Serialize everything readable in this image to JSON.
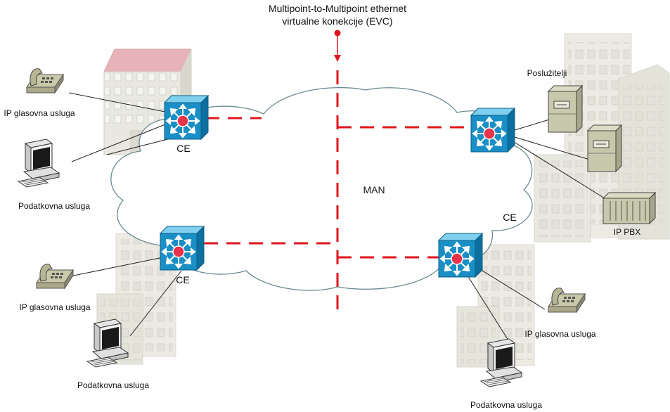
{
  "title_line1": "Multipoint-to-Multipoint ethernet",
  "title_line2": "virtualne konekcije (EVC)",
  "network_label": "MAN",
  "labels": {
    "ce_top_left": "CE",
    "ce_bottom_left": "CE",
    "ce_right": "CE",
    "servers": "Poslužitelji",
    "ip_pbx": "IP PBX",
    "voice_top_left": "IP glasovna usluga",
    "data_top_left": "Podatkovna usluga",
    "voice_bottom_left": "IP glasovna usluga",
    "data_bottom_left": "Podatkovna usluga",
    "voice_bottom_right": "IP glasovna usluga",
    "data_bottom_right": "Podatkovna usluga"
  },
  "colors": {
    "evc_line": "#e0161d",
    "switch_body": "#1a8fc6",
    "switch_top": "#7fd0ef",
    "switch_center": "#e8334a",
    "cloud_stroke": "#6a8a90",
    "building_fill": "#e9e8e0",
    "building_roof": "#e8b3b8"
  },
  "icons": [
    "multilayer-switch-icon",
    "ip-phone-icon",
    "workstation-icon",
    "server-icon",
    "pbx-icon",
    "building-icon",
    "cloud-icon"
  ]
}
